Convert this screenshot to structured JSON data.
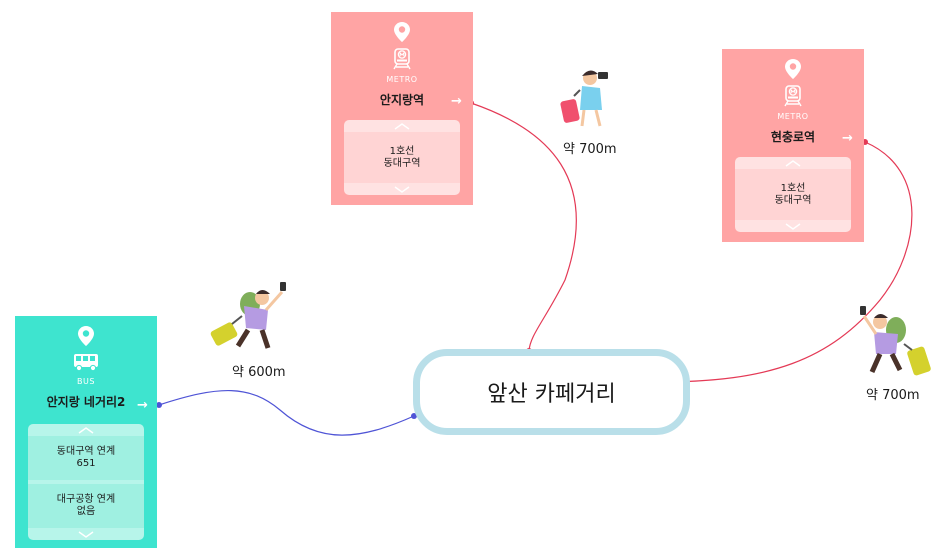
{
  "hub": {
    "label": "앞산 카페거리"
  },
  "cards": {
    "anjirang": {
      "kind": "METRO",
      "name": "안지랑역",
      "items": [
        {
          "lines": [
            "1호선",
            "동대구역"
          ]
        }
      ]
    },
    "hyeonchung": {
      "kind": "METRO",
      "name": "현충로역",
      "items": [
        {
          "lines": [
            "1호선",
            "동대구역"
          ]
        }
      ]
    },
    "bus": {
      "kind": "BUS",
      "name": "안지랑 네거리2",
      "items": [
        {
          "lines": [
            "동대구역 연계",
            "651"
          ]
        },
        {
          "lines": [
            "대구공항 연계",
            "없음"
          ]
        }
      ]
    }
  },
  "distances": {
    "anjirang": "약 700m",
    "hyeonchung": "약 700m",
    "bus": "약 600m"
  },
  "colors": {
    "metro_card": "#ffa4a4",
    "bus_card": "#3ee4cf",
    "hub_border": "#b9dfe9",
    "metro_path": "#e43a56",
    "bus_path": "#4f54d6"
  },
  "icons": [
    "location-pin-icon",
    "metro-train-icon",
    "bus-icon",
    "arrow-right-icon",
    "chevron-up-icon",
    "chevron-down-icon"
  ]
}
